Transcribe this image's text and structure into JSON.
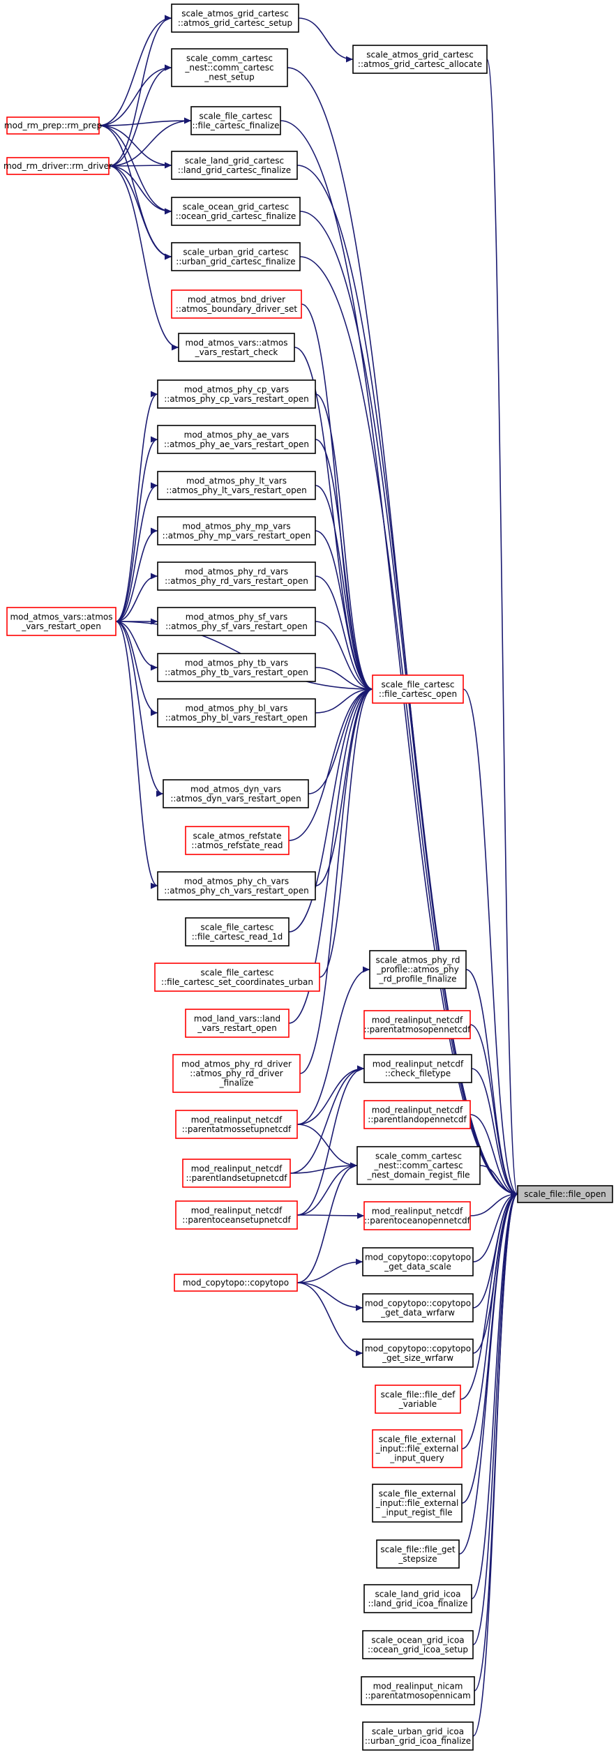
{
  "colors": {
    "edge": "#191970",
    "red_border": "#ff0000",
    "black_border": "#000000",
    "root_fill": "#bfbfbf"
  },
  "nodes": [
    {
      "id": "rm_prep",
      "lines": [
        "mod_rm_prep::rm_prep"
      ],
      "color": "red"
    },
    {
      "id": "rm_driver",
      "lines": [
        "mod_rm_driver::rm_driver"
      ],
      "color": "red"
    },
    {
      "id": "atmos_grid_setup",
      "lines": [
        "scale_atmos_grid_cartesc",
        "::atmos_grid_cartesc_setup"
      ],
      "color": "black"
    },
    {
      "id": "comm_nest_setup",
      "lines": [
        "scale_comm_cartesc",
        "_nest::comm_cartesc",
        "_nest_setup"
      ],
      "color": "black"
    },
    {
      "id": "file_finalize",
      "lines": [
        "scale_file_cartesc",
        "::file_cartesc_finalize"
      ],
      "color": "black"
    },
    {
      "id": "land_grid_finalize",
      "lines": [
        "scale_land_grid_cartesc",
        "::land_grid_cartesc_finalize"
      ],
      "color": "black"
    },
    {
      "id": "ocean_grid_finalize",
      "lines": [
        "scale_ocean_grid_cartesc",
        "::ocean_grid_cartesc_finalize"
      ],
      "color": "black"
    },
    {
      "id": "urban_grid_finalize",
      "lines": [
        "scale_urban_grid_cartesc",
        "::urban_grid_cartesc_finalize"
      ],
      "color": "black"
    },
    {
      "id": "bnd_driver",
      "lines": [
        "mod_atmos_bnd_driver",
        "::atmos_boundary_driver_set"
      ],
      "color": "red"
    },
    {
      "id": "atmos_vars_check",
      "lines": [
        "mod_atmos_vars::atmos",
        "_vars_restart_check"
      ],
      "color": "black"
    },
    {
      "id": "cp_vars",
      "lines": [
        "mod_atmos_phy_cp_vars",
        "::atmos_phy_cp_vars_restart_open"
      ],
      "color": "black"
    },
    {
      "id": "ae_vars",
      "lines": [
        "mod_atmos_phy_ae_vars",
        "::atmos_phy_ae_vars_restart_open"
      ],
      "color": "black"
    },
    {
      "id": "lt_vars",
      "lines": [
        "mod_atmos_phy_lt_vars",
        "::atmos_phy_lt_vars_restart_open"
      ],
      "color": "black"
    },
    {
      "id": "mp_vars",
      "lines": [
        "mod_atmos_phy_mp_vars",
        "::atmos_phy_mp_vars_restart_open"
      ],
      "color": "black"
    },
    {
      "id": "rd_vars",
      "lines": [
        "mod_atmos_phy_rd_vars",
        "::atmos_phy_rd_vars_restart_open"
      ],
      "color": "black"
    },
    {
      "id": "atmos_vars_open",
      "lines": [
        "mod_atmos_vars::atmos",
        "_vars_restart_open"
      ],
      "color": "red"
    },
    {
      "id": "sf_vars",
      "lines": [
        "mod_atmos_phy_sf_vars",
        "::atmos_phy_sf_vars_restart_open"
      ],
      "color": "black"
    },
    {
      "id": "tb_vars",
      "lines": [
        "mod_atmos_phy_tb_vars",
        "::atmos_phy_tb_vars_restart_open"
      ],
      "color": "black"
    },
    {
      "id": "bl_vars",
      "lines": [
        "mod_atmos_phy_bl_vars",
        "::atmos_phy_bl_vars_restart_open"
      ],
      "color": "black"
    },
    {
      "id": "dyn_vars",
      "lines": [
        "mod_atmos_dyn_vars",
        "::atmos_dyn_vars_restart_open"
      ],
      "color": "black"
    },
    {
      "id": "refstate",
      "lines": [
        "scale_atmos_refstate",
        "::atmos_refstate_read"
      ],
      "color": "red"
    },
    {
      "id": "ch_vars",
      "lines": [
        "mod_atmos_phy_ch_vars",
        "::atmos_phy_ch_vars_restart_open"
      ],
      "color": "black"
    },
    {
      "id": "read_1d",
      "lines": [
        "scale_file_cartesc",
        "::file_cartesc_read_1d"
      ],
      "color": "black"
    },
    {
      "id": "set_coord_urban",
      "lines": [
        "scale_file_cartesc",
        "::file_cartesc_set_coordinates_urban"
      ],
      "color": "red"
    },
    {
      "id": "land_vars",
      "lines": [
        "mod_land_vars::land",
        "_vars_restart_open"
      ],
      "color": "red"
    },
    {
      "id": "rd_driver",
      "lines": [
        "mod_atmos_phy_rd_driver",
        "::atmos_phy_rd_driver",
        "_finalize"
      ],
      "color": "red"
    },
    {
      "id": "ri_atmos_setup",
      "lines": [
        "mod_realinput_netcdf",
        "::parentatmossetupnetcdf"
      ],
      "color": "red"
    },
    {
      "id": "ri_land_setup",
      "lines": [
        "mod_realinput_netcdf",
        "::parentlandsetupnetcdf"
      ],
      "color": "red"
    },
    {
      "id": "ri_ocean_setup",
      "lines": [
        "mod_realinput_netcdf",
        "::parentoceansetupnetcdf"
      ],
      "color": "red"
    },
    {
      "id": "copytopo",
      "lines": [
        "mod_copytopo::copytopo"
      ],
      "color": "red"
    },
    {
      "id": "grid_allocate",
      "lines": [
        "scale_atmos_grid_cartesc",
        "::atmos_grid_cartesc_allocate"
      ],
      "color": "black"
    },
    {
      "id": "file_cartesc_open",
      "lines": [
        "scale_file_cartesc",
        "::file_cartesc_open"
      ],
      "color": "red"
    },
    {
      "id": "rd_profile",
      "lines": [
        "scale_atmos_phy_rd",
        "_profile::atmos_phy",
        "_rd_profile_finalize"
      ],
      "color": "black"
    },
    {
      "id": "ri_atmos_open",
      "lines": [
        "mod_realinput_netcdf",
        "::parentatmosopennetcdf"
      ],
      "color": "red"
    },
    {
      "id": "ri_check_filetype",
      "lines": [
        "mod_realinput_netcdf",
        "::check_filetype"
      ],
      "color": "black"
    },
    {
      "id": "ri_land_open",
      "lines": [
        "mod_realinput_netcdf",
        "::parentlandopennetcdf"
      ],
      "color": "red"
    },
    {
      "id": "comm_nest_regist",
      "lines": [
        "scale_comm_cartesc",
        "_nest::comm_cartesc",
        "_nest_domain_regist_file"
      ],
      "color": "black"
    },
    {
      "id": "ri_ocean_open",
      "lines": [
        "mod_realinput_netcdf",
        "::parentoceanopennetcdf"
      ],
      "color": "red"
    },
    {
      "id": "ct_scale",
      "lines": [
        "mod_copytopo::copytopo",
        "_get_data_scale"
      ],
      "color": "black"
    },
    {
      "id": "ct_wrfarw",
      "lines": [
        "mod_copytopo::copytopo",
        "_get_data_wrfarw"
      ],
      "color": "black"
    },
    {
      "id": "ct_size_wrfarw",
      "lines": [
        "mod_copytopo::copytopo",
        "_get_size_wrfarw"
      ],
      "color": "black"
    },
    {
      "id": "file_def_variable",
      "lines": [
        "scale_file::file_def",
        "_variable"
      ],
      "color": "red"
    },
    {
      "id": "ext_query",
      "lines": [
        "scale_file_external",
        "_input::file_external",
        "_input_query"
      ],
      "color": "red"
    },
    {
      "id": "ext_regist",
      "lines": [
        "scale_file_external",
        "_input::file_external",
        "_input_regist_file"
      ],
      "color": "black"
    },
    {
      "id": "file_get_stepsize",
      "lines": [
        "scale_file::file_get",
        "_stepsize"
      ],
      "color": "black"
    },
    {
      "id": "land_icoa",
      "lines": [
        "scale_land_grid_icoa",
        "::land_grid_icoa_finalize"
      ],
      "color": "black"
    },
    {
      "id": "ocean_icoa",
      "lines": [
        "scale_ocean_grid_icoa",
        "::ocean_grid_icoa_setup"
      ],
      "color": "black"
    },
    {
      "id": "ri_nicam",
      "lines": [
        "mod_realinput_nicam",
        "::parentatmosopennicam"
      ],
      "color": "black"
    },
    {
      "id": "urban_icoa",
      "lines": [
        "scale_urban_grid_icoa",
        "::urban_grid_icoa_finalize"
      ],
      "color": "black"
    },
    {
      "id": "file_open",
      "lines": [
        "scale_file::file_open"
      ],
      "color": "root"
    }
  ],
  "edges": [
    [
      "rm_prep",
      "atmos_grid_setup"
    ],
    [
      "rm_prep",
      "comm_nest_setup"
    ],
    [
      "rm_prep",
      "file_finalize"
    ],
    [
      "rm_prep",
      "land_grid_finalize"
    ],
    [
      "rm_prep",
      "ocean_grid_finalize"
    ],
    [
      "rm_prep",
      "urban_grid_finalize"
    ],
    [
      "rm_driver",
      "atmos_grid_setup"
    ],
    [
      "rm_driver",
      "comm_nest_setup"
    ],
    [
      "rm_driver",
      "file_finalize"
    ],
    [
      "rm_driver",
      "land_grid_finalize"
    ],
    [
      "rm_driver",
      "ocean_grid_finalize"
    ],
    [
      "rm_driver",
      "urban_grid_finalize"
    ],
    [
      "rm_driver",
      "atmos_vars_check"
    ],
    [
      "atmos_vars_open",
      "cp_vars"
    ],
    [
      "atmos_vars_open",
      "ae_vars"
    ],
    [
      "atmos_vars_open",
      "lt_vars"
    ],
    [
      "atmos_vars_open",
      "mp_vars"
    ],
    [
      "atmos_vars_open",
      "rd_vars"
    ],
    [
      "atmos_vars_open",
      "sf_vars"
    ],
    [
      "atmos_vars_open",
      "tb_vars"
    ],
    [
      "atmos_vars_open",
      "bl_vars"
    ],
    [
      "atmos_vars_open",
      "dyn_vars"
    ],
    [
      "atmos_vars_open",
      "ch_vars"
    ],
    [
      "atmos_vars_open",
      "file_cartesc_open"
    ],
    [
      "atmos_grid_setup",
      "grid_allocate"
    ],
    [
      "ri_atmos_setup",
      "rd_profile"
    ],
    [
      "ri_atmos_setup",
      "ri_check_filetype"
    ],
    [
      "ri_atmos_setup",
      "comm_nest_regist"
    ],
    [
      "ri_land_setup",
      "ri_check_filetype"
    ],
    [
      "ri_land_setup",
      "comm_nest_regist"
    ],
    [
      "ri_ocean_setup",
      "ri_check_filetype"
    ],
    [
      "ri_ocean_setup",
      "comm_nest_regist"
    ],
    [
      "ri_ocean_setup",
      "ri_ocean_open"
    ],
    [
      "copytopo",
      "comm_nest_regist"
    ],
    [
      "copytopo",
      "ct_scale"
    ],
    [
      "copytopo",
      "ct_wrfarw"
    ],
    [
      "copytopo",
      "ct_size_wrfarw"
    ],
    [
      "cp_vars",
      "file_cartesc_open"
    ],
    [
      "ae_vars",
      "file_cartesc_open"
    ],
    [
      "lt_vars",
      "file_cartesc_open"
    ],
    [
      "mp_vars",
      "file_cartesc_open"
    ],
    [
      "rd_vars",
      "file_cartesc_open"
    ],
    [
      "sf_vars",
      "file_cartesc_open"
    ],
    [
      "tb_vars",
      "file_cartesc_open"
    ],
    [
      "bl_vars",
      "file_cartesc_open"
    ],
    [
      "dyn_vars",
      "file_cartesc_open"
    ],
    [
      "refstate",
      "file_cartesc_open"
    ],
    [
      "ch_vars",
      "file_cartesc_open"
    ],
    [
      "read_1d",
      "file_cartesc_open"
    ],
    [
      "set_coord_urban",
      "file_cartesc_open"
    ],
    [
      "land_vars",
      "file_cartesc_open"
    ],
    [
      "rd_driver",
      "file_cartesc_open"
    ],
    [
      "atmos_vars_check",
      "file_cartesc_open"
    ],
    [
      "bnd_driver",
      "file_cartesc_open"
    ],
    [
      "grid_allocate",
      "file_open"
    ],
    [
      "comm_nest_setup",
      "file_open"
    ],
    [
      "file_finalize",
      "file_open"
    ],
    [
      "land_grid_finalize",
      "file_open"
    ],
    [
      "ocean_grid_finalize",
      "file_open"
    ],
    [
      "urban_grid_finalize",
      "file_open"
    ],
    [
      "file_cartesc_open",
      "file_open"
    ],
    [
      "rd_profile",
      "file_open"
    ],
    [
      "ri_atmos_open",
      "file_open"
    ],
    [
      "ri_check_filetype",
      "file_open"
    ],
    [
      "ri_land_open",
      "file_open"
    ],
    [
      "comm_nest_regist",
      "file_open"
    ],
    [
      "ri_ocean_open",
      "file_open"
    ],
    [
      "ct_scale",
      "file_open"
    ],
    [
      "ct_wrfarw",
      "file_open"
    ],
    [
      "ct_size_wrfarw",
      "file_open"
    ],
    [
      "file_def_variable",
      "file_open"
    ],
    [
      "ext_query",
      "file_open"
    ],
    [
      "ext_regist",
      "file_open"
    ],
    [
      "file_get_stepsize",
      "file_open"
    ],
    [
      "land_icoa",
      "file_open"
    ],
    [
      "ocean_icoa",
      "file_open"
    ],
    [
      "ri_nicam",
      "file_open"
    ],
    [
      "urban_icoa",
      "file_open"
    ]
  ]
}
